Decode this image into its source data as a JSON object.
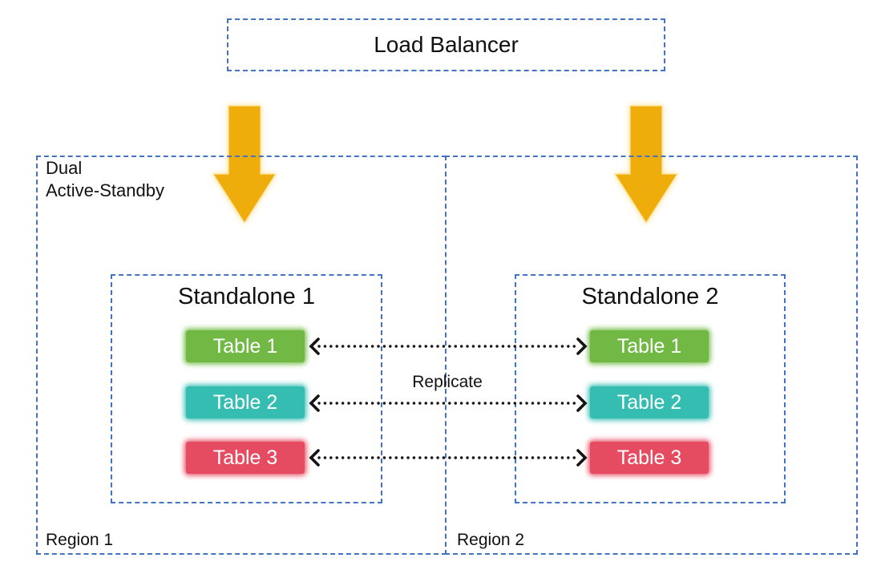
{
  "diagram": {
    "load_balancer": {
      "label": "Load Balancer"
    },
    "dual_label": {
      "line1": "Dual",
      "line2": "Active-Standby"
    },
    "replicate_label": "Replicate",
    "regions": [
      {
        "label": "Region 1",
        "standalone": {
          "title": "Standalone 1",
          "tables": [
            "Table 1",
            "Table 2",
            "Table 3"
          ]
        }
      },
      {
        "label": "Region 2",
        "standalone": {
          "title": "Standalone 2",
          "tables": [
            "Table 1",
            "Table 2",
            "Table 3"
          ]
        }
      }
    ]
  },
  "icons": {
    "down_arrow": "solid-down-arrow",
    "replicate_arrow": "dotted-double-headed-arrow"
  },
  "colors": {
    "border_blue": "#4472C4",
    "arrow_gold": "#EFAD0B",
    "arrow_glow": "#FFE29A",
    "table1_green": "#71B944",
    "table2_teal": "#35BDB1",
    "table3_red": "#E54C61",
    "connector_black": "#141414",
    "text_black": "#111111"
  }
}
